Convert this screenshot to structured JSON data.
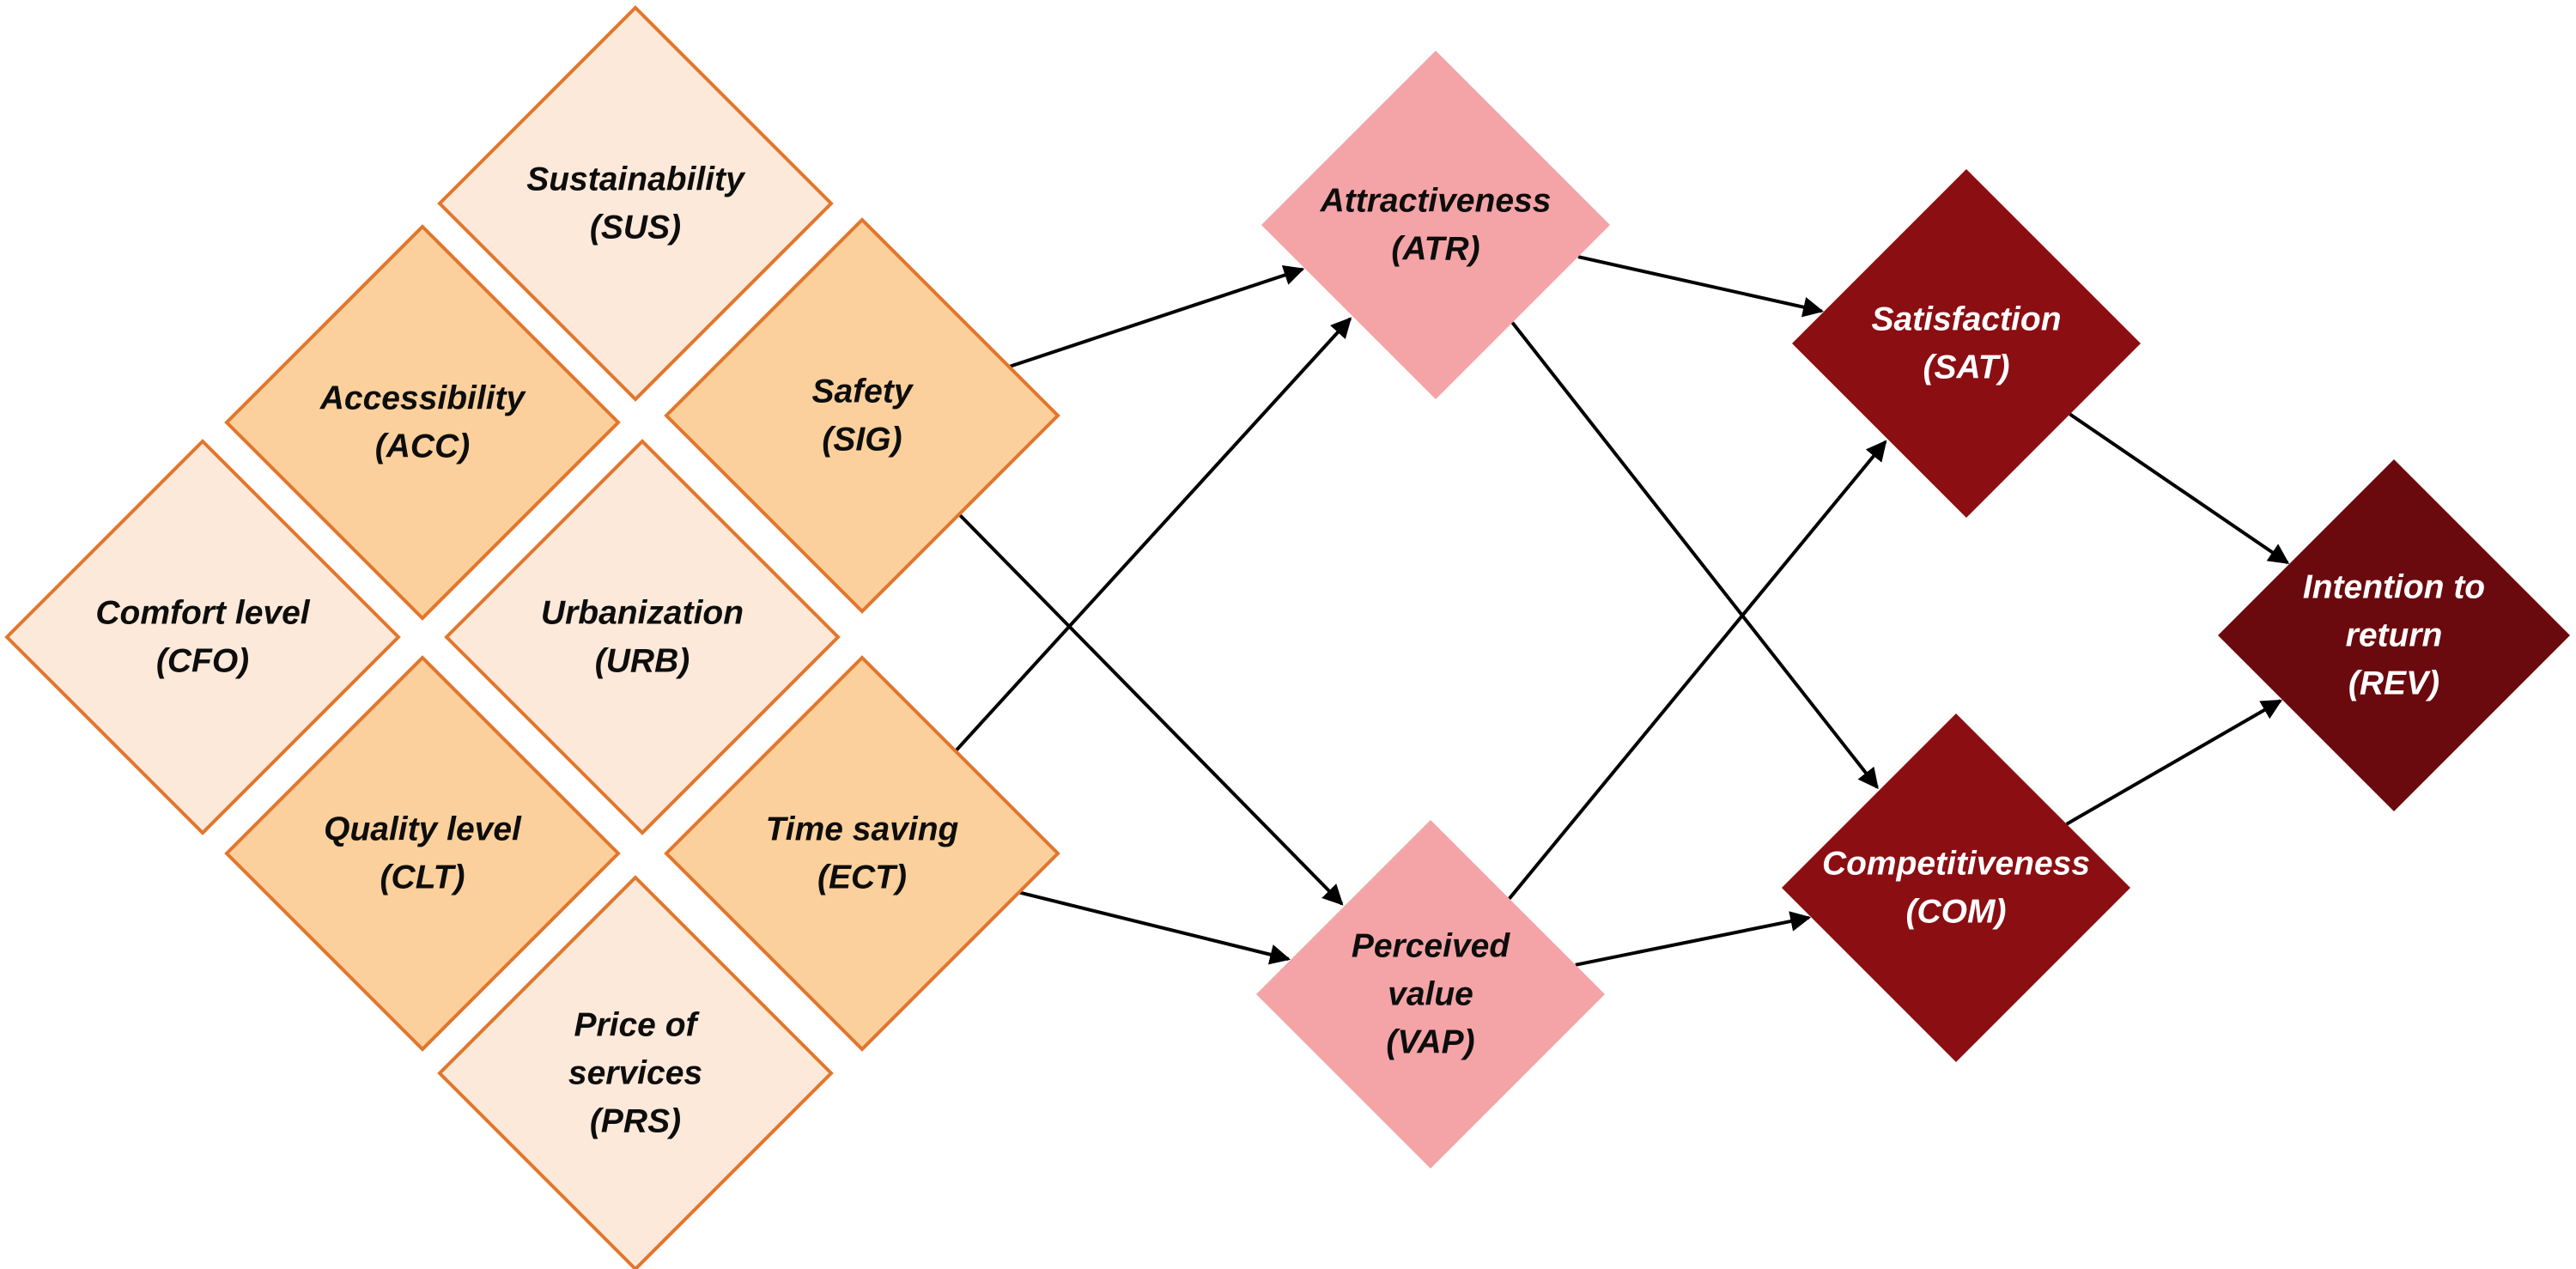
{
  "colors": {
    "light": "#fde9d9",
    "medium": "#fbd09c",
    "pink": "#f4a4a6",
    "red": "#8b0e12",
    "dark": "#6b0a0e",
    "orange_border": "#e2762d",
    "text_dark": "#0d0d0d",
    "text_light": "#ffffff",
    "arrow": "#000000"
  },
  "nodes": [
    {
      "id": "SUS",
      "lines": [
        "Sustainability",
        "(SUS)"
      ],
      "style": "light"
    },
    {
      "id": "ACC",
      "lines": [
        "Accessibility",
        "(ACC)"
      ],
      "style": "medium"
    },
    {
      "id": "SIG",
      "lines": [
        "Safety",
        "(SIG)"
      ],
      "style": "medium"
    },
    {
      "id": "CFO",
      "lines": [
        "Comfort level",
        "(CFO)"
      ],
      "style": "light"
    },
    {
      "id": "URB",
      "lines": [
        "Urbanization",
        "(URB)"
      ],
      "style": "light"
    },
    {
      "id": "CLT",
      "lines": [
        "Quality level",
        "(CLT)"
      ],
      "style": "medium"
    },
    {
      "id": "ECT",
      "lines": [
        "Time saving",
        "(ECT)"
      ],
      "style": "medium"
    },
    {
      "id": "PRS",
      "lines": [
        "Price of",
        "services",
        "(PRS)"
      ],
      "style": "light"
    },
    {
      "id": "ATR",
      "lines": [
        "Attractiveness",
        "(ATR)"
      ],
      "style": "pink"
    },
    {
      "id": "VAP",
      "lines": [
        "Perceived",
        "value",
        "(VAP)"
      ],
      "style": "pink"
    },
    {
      "id": "SAT",
      "lines": [
        "Satisfaction",
        "(SAT)"
      ],
      "style": "red"
    },
    {
      "id": "COM",
      "lines": [
        "Competitiveness",
        "(COM)"
      ],
      "style": "red"
    },
    {
      "id": "REV",
      "lines": [
        "Intention to",
        "return",
        "(REV)"
      ],
      "style": "dark"
    }
  ],
  "edges": [
    {
      "from": "SIG",
      "to": "ATR"
    },
    {
      "from": "SIG",
      "to": "VAP"
    },
    {
      "from": "ECT",
      "to": "ATR"
    },
    {
      "from": "ECT",
      "to": "VAP"
    },
    {
      "from": "ATR",
      "to": "SAT"
    },
    {
      "from": "ATR",
      "to": "COM"
    },
    {
      "from": "VAP",
      "to": "SAT"
    },
    {
      "from": "VAP",
      "to": "COM"
    },
    {
      "from": "SAT",
      "to": "REV"
    },
    {
      "from": "COM",
      "to": "REV"
    }
  ]
}
